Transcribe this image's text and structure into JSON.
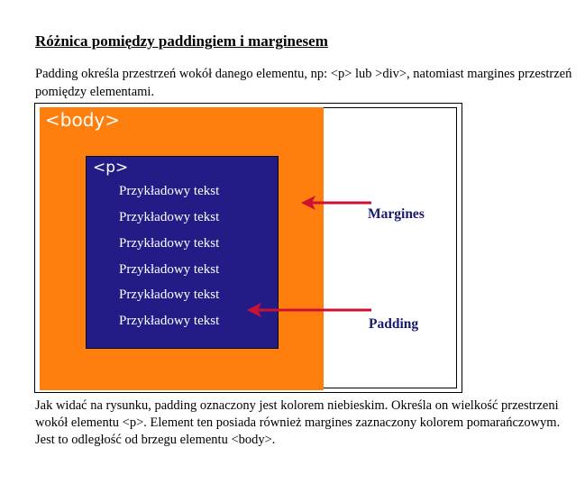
{
  "document": {
    "title": "Różnica pomiędzy paddingiem i marginesem",
    "intro": "Padding określa przestrzeń wokół danego elementu, np: <p> lub >div>, natomiast margines przestrzeń pomiędzy elementami.",
    "outro": "Jak widać na rysunku, padding oznaczony jest kolorem niebieskim. Określa on wielkość przestrzeni wokół elementu <p>. Element ten posiada również margines zaznaczony kolorem pomarańczowym. Jest to odległość od brzegu elementu <body>."
  },
  "figure": {
    "body_label": "<body>",
    "p_label": "<p>",
    "sample_lines": [
      "Przykładowy tekst",
      "Przykładowy tekst",
      "Przykładowy tekst",
      "Przykładowy tekst",
      "Przykładowy tekst",
      "Przykładowy tekst"
    ],
    "callouts": {
      "margines": "Margines",
      "padding": "Padding"
    },
    "colors": {
      "margin_orange": "#ff7f0e",
      "padding_blue": "#231c87",
      "arrow_red": "#cc1133",
      "label_navy": "#1a1a6e"
    },
    "arrow_icon": "arrow-left-icon"
  }
}
